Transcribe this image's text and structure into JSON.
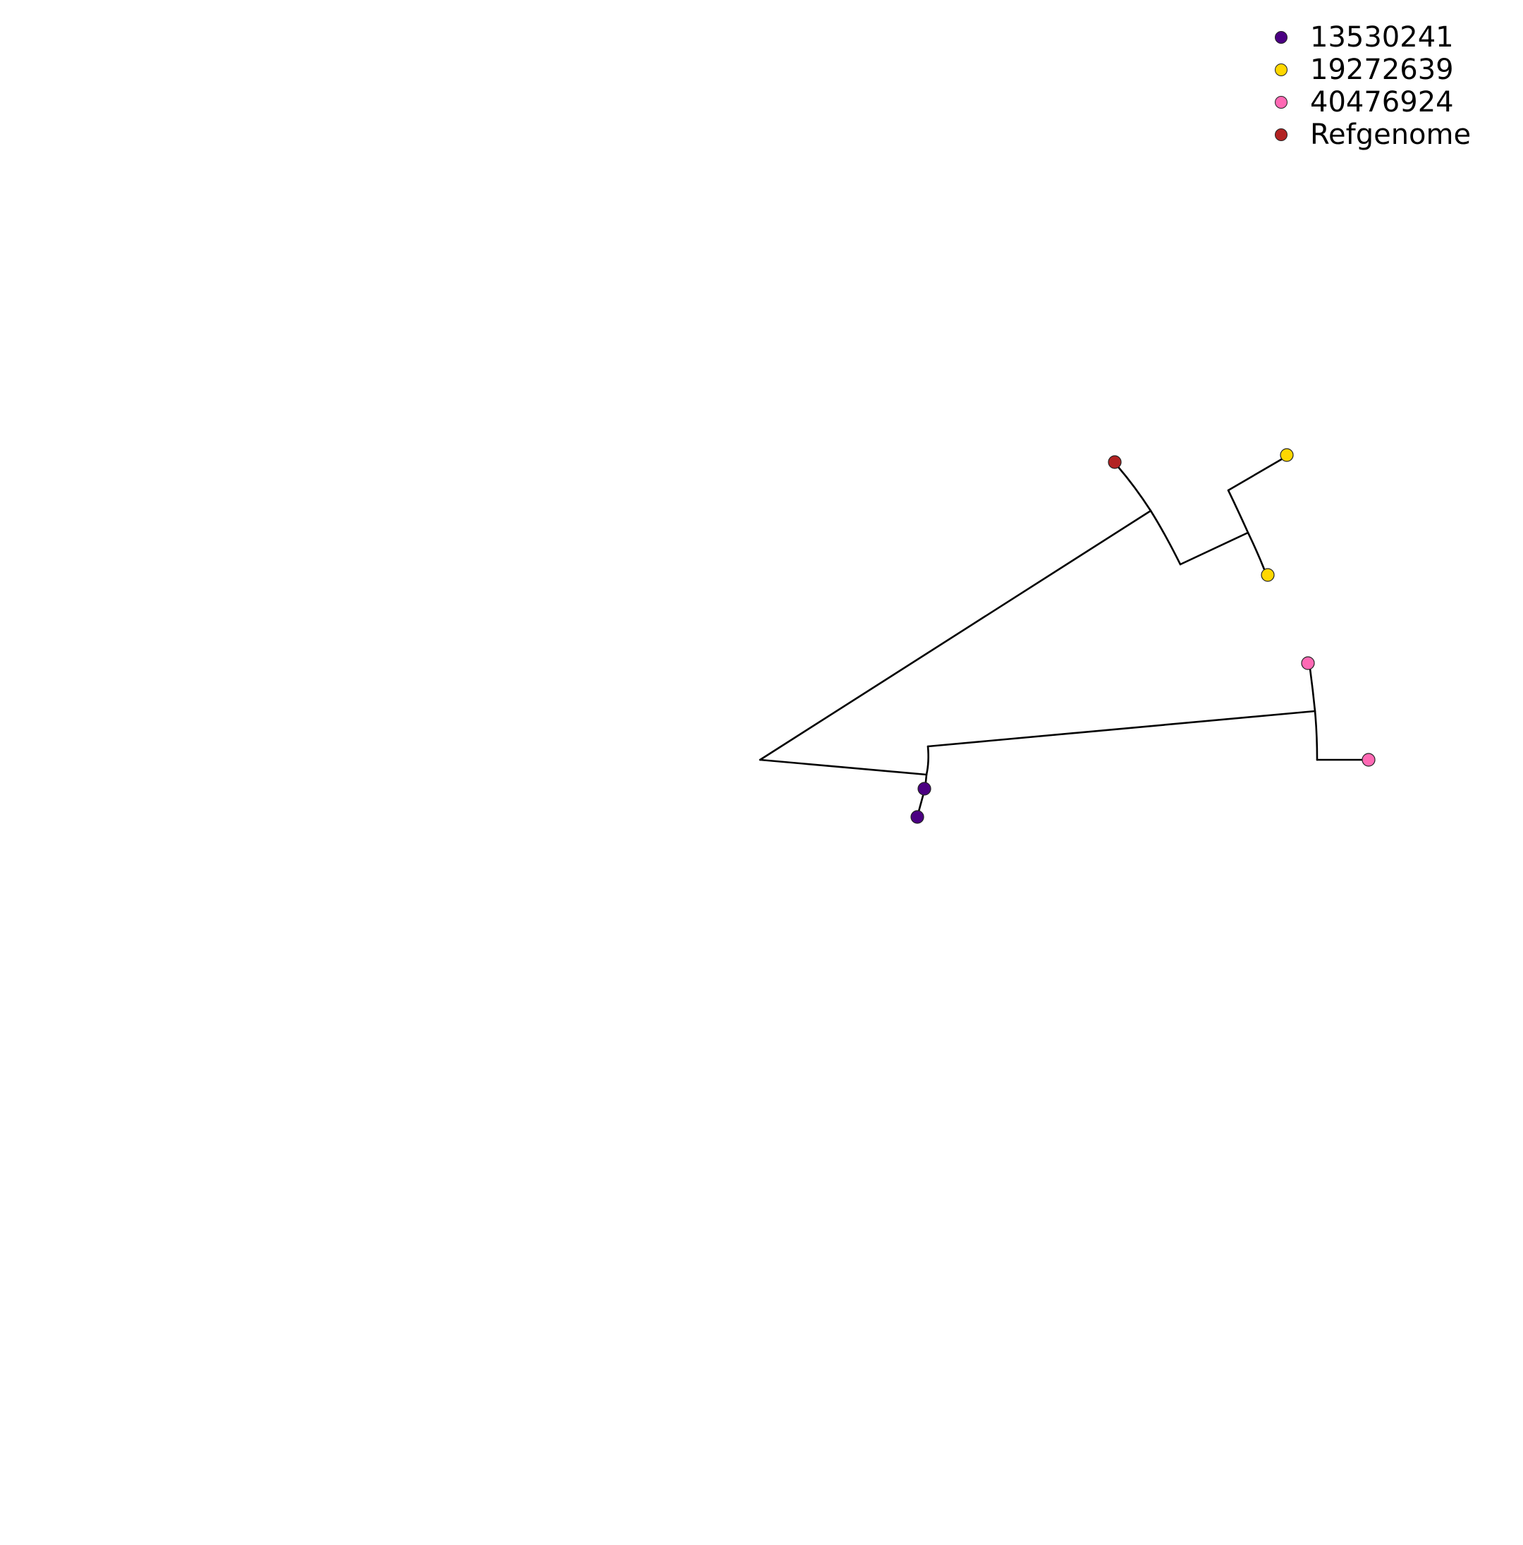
{
  "legend": {
    "items": [
      {
        "label": "13530241",
        "color": "#4b0082"
      },
      {
        "label": "19272639",
        "color": "#ffd700"
      },
      {
        "label": "40476924",
        "color": "#ff69b4"
      },
      {
        "label": "Refgenome",
        "color": "#b22222"
      }
    ]
  },
  "tree": {
    "branch_color": "#000000",
    "leaves": [
      {
        "group": "Refgenome",
        "color": "#b22222"
      },
      {
        "group": "19272639",
        "color": "#ffd700"
      },
      {
        "group": "19272639",
        "color": "#ffd700"
      },
      {
        "group": "40476924",
        "color": "#ff69b4"
      },
      {
        "group": "40476924",
        "color": "#ff69b4"
      },
      {
        "group": "13530241",
        "color": "#4b0082"
      },
      {
        "group": "13530241",
        "color": "#4b0082"
      }
    ]
  }
}
